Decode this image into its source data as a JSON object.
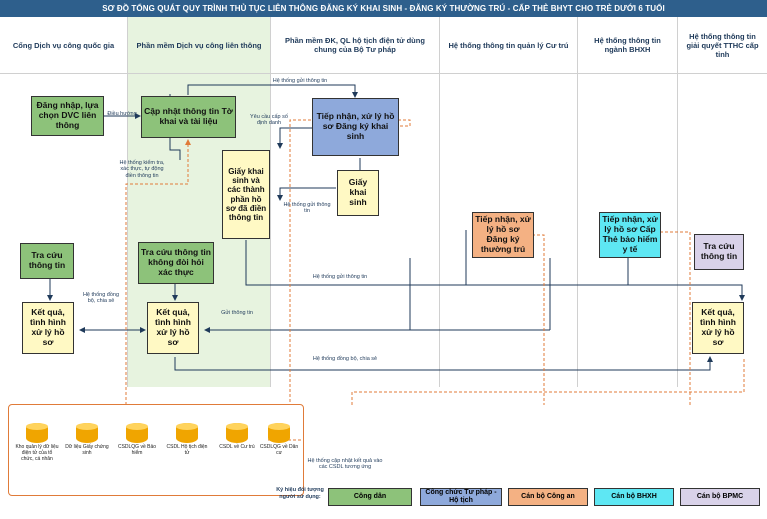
{
  "title": "SƠ ĐỒ TỔNG QUÁT QUY TRÌNH THỦ TỤC LIÊN THÔNG ĐĂNG KÝ KHAI SINH - ĐĂNG KÝ THƯỜNG TRÚ - CẤP THẺ BHYT CHO TRẺ DƯỚI 6 TUỔI",
  "lanes": [
    "Cổng Dịch vụ công quốc gia",
    "Phần mềm Dịch vụ công liên thông",
    "Phần mềm ĐK, QL hộ tịch điện tử dùng chung của Bộ Tư pháp",
    "Hệ thống thông tin quản lý Cư trú",
    "Hệ thống thông tin ngành BHXH",
    "Hệ thống thông tin giải quyết TTHC cấp tỉnh"
  ],
  "boxes": {
    "dang_nhap": "Đăng nhập, lựa chọn DVC liên thông",
    "cap_nhat": "Cập nhật thông tin Tờ khai và tài liệu",
    "tiep_nhan_ks": "Tiếp nhận, xử lý hồ sơ Đăng ký khai sinh",
    "giay_khai_sinh_ct": "Giấy khai sinh và các thành phần hồ sơ đã điền thông tin",
    "giay_khai_sinh": "Giấy khai sinh",
    "tra_cuu_1": "Tra cứu thông tin",
    "tra_cuu_2": "Tra cứu thông tin không đòi hỏi xác thực",
    "tiep_nhan_tt": "Tiếp nhận, xử lý hồ sơ Đăng ký thường trú",
    "tiep_nhan_bh": "Tiếp nhận, xử lý hồ sơ Cấp Thẻ bảo hiểm y tế",
    "tra_cuu_3": "Tra cứu thông tin",
    "ket_qua_1": "Kết quả, tình hình xử lý hồ sơ",
    "ket_qua_2": "Kết quả, tình hình xử lý hồ sơ",
    "ket_qua_3": "Kết quả, tình hình xử lý hồ sơ"
  },
  "labels": {
    "dieu_huong": "Điều hướng",
    "he_thong_gui_tt_top": "Hệ thống gửi thông tin",
    "yeu_cau_cap_so": "Yêu cầu cấp số định danh",
    "he_thong_kiem_tra": "Hệ thống kiểm tra, xác thực, tự động điền thông tin",
    "he_thong_gui_tt_mid": "Hệ thống gửi thông tin",
    "he_thong_gui_tt_low": "Hệ thống gửi thông tin",
    "he_thong_dong_bo_1": "Hệ thống đồng bộ, chia sẻ",
    "gui_thong_tin": "Gửi thông tin",
    "he_thong_dong_bo_2": "Hệ thống đồng bộ, chia sẻ",
    "he_thong_cap_nhat_kq": "Hệ thống cập nhật kết quả vào các CSDL tương ứng"
  },
  "databases": [
    "Kho quản lý dữ liệu điện tử của tổ chức, cá nhân",
    "Dữ liệu Giấy chứng sinh",
    "CSDLQG về Bảo hiểm",
    "CSDL Hộ tịch điện tử",
    "CSDL về Cư trú",
    "CSDLQG về Dân cư"
  ],
  "legend": {
    "title": "Ký hiệu đối tượng người sử dụng:",
    "items": [
      {
        "label": "Công dân",
        "color": "#8dc27a"
      },
      {
        "label": "Công chức Tư pháp - Hộ tịch",
        "color": "#8ea9db"
      },
      {
        "label": "Cán bộ Công an",
        "color": "#f4b183"
      },
      {
        "label": "Cán bộ BHXH",
        "color": "#5ee7f3"
      },
      {
        "label": "Cán bộ BPMC",
        "color": "#d9d2e9"
      }
    ]
  },
  "colors": {
    "title_bg": "#2e5f8c",
    "citizen": "#8dc27a",
    "justice": "#8ea9db",
    "police": "#f4b183",
    "insurance": "#5ee7f3",
    "bpmc": "#d9d2e9",
    "result": "#fff9c4",
    "flow_dashed": "#e07b39",
    "flow_solid": "#1f3a5a"
  }
}
